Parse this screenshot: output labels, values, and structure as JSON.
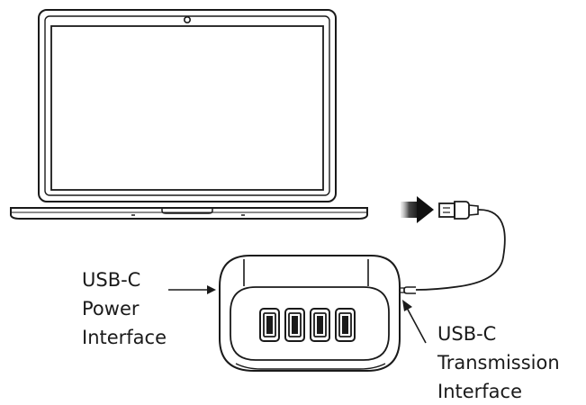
{
  "labels": {
    "power": [
      "USB-C",
      "Power",
      "Interface"
    ],
    "transmission": [
      "USB-C",
      "Transmission",
      "Interface"
    ]
  },
  "colors": {
    "line": "#1a1a1a",
    "fill": "#ffffff",
    "arrow_dark": "#111111"
  }
}
